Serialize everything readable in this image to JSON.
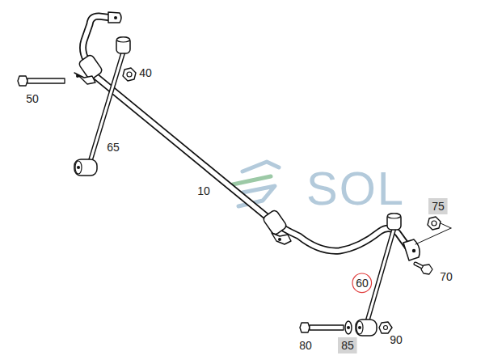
{
  "diagram": {
    "nodes": [
      {
        "text": [
          "75"
        ]
      },
      {
        "text": [
          "60"
        ]
      },
      {
        "text": [
          "85"
        ]
      }
    ],
    "edges": [],
    "labels": [
      "40",
      "50",
      "65",
      "10",
      "SOL",
      "70",
      "80",
      "90"
    ]
  }
}
